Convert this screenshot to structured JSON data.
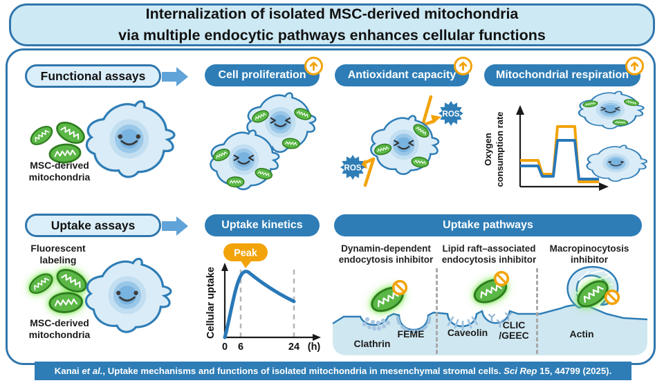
{
  "title": {
    "line1": "Internalization of isolated MSC-derived mitochondria",
    "line2": "via multiple endocytic pathways enhances cellular functions"
  },
  "functional": {
    "label": "Functional assays",
    "source": {
      "line1": "MSC-derived",
      "line2": "mitochondria"
    },
    "proliferation": {
      "title": "Cell proliferation"
    },
    "antioxidant": {
      "title": "Antioxidant capacity",
      "ros": "ROS"
    },
    "respiration": {
      "title": "Mitochondrial respiration",
      "ylabel_line1": "Oxygen",
      "ylabel_line2": "consumption rate"
    }
  },
  "uptake": {
    "label": "Uptake assays",
    "fluorescent": {
      "line1": "Fluorescent",
      "line2": "labeling"
    },
    "source": {
      "line1": "MSC-derived",
      "line2": "mitochondria"
    },
    "kinetics": {
      "title": "Uptake kinetics",
      "peak": "Peak",
      "ylabel": "Cellular uptake",
      "tick0": "0",
      "tick6": "6",
      "tick24": "24",
      "unit": "(h)"
    },
    "pathways": {
      "title": "Uptake pathways",
      "col1": {
        "line1": "Dynamin-dependent",
        "line2": "endocytosis inhibitor"
      },
      "col2": {
        "line1": "Lipid raft–associated",
        "line2": "endocytosis inhibitor"
      },
      "col3": {
        "line1": "Macropinocytosis",
        "line2": "inhibitor"
      },
      "labels": {
        "clathrin": "Clathrin",
        "feme": "FEME",
        "caveolin": "Caveolin",
        "clic": "CLIC",
        "geec": "/GEEC",
        "actin": "Actin"
      }
    }
  },
  "citation": {
    "authors": "Kanai",
    "etal": " et al.",
    "rest": ", Uptake mechanisms and functions of isolated mitochondria in mesenchymal stromal cells. ",
    "journal": "Sci Rep",
    "tail": " 15, 44799 (2025)."
  },
  "chart_data": [
    {
      "type": "line",
      "title": "Uptake kinetics",
      "xlabel": "(h)",
      "ylabel": "Cellular uptake",
      "x_ticks": [
        0,
        6,
        24
      ],
      "annotation": "Peak at ~6 h",
      "grid": "dashed vertical guides at 6 h and 24 h",
      "series": [
        {
          "name": "Cellular uptake",
          "x": [
            0,
            1,
            3,
            6,
            10,
            16,
            24
          ],
          "y": [
            0,
            25,
            75,
            100,
            88,
            70,
            55
          ]
        }
      ]
    },
    {
      "type": "line",
      "title": "Mitochondrial respiration",
      "ylabel": "Oxygen consumption rate",
      "series": [
        {
          "name": "cell with internalized MSC mitochondria",
          "color": "#f2a30a",
          "y": [
            62,
            62,
            30,
            30,
            90,
            90,
            12,
            12
          ]
        },
        {
          "name": "control cell",
          "color": "#2878b8",
          "y": [
            52,
            52,
            25,
            25,
            70,
            70,
            16,
            16
          ]
        }
      ]
    }
  ],
  "colors": {
    "accent_blue": "#2e7db6",
    "panel_light_blue": "#cde9f4",
    "border_blue": "#3076ac",
    "mito_green": "#5bb746",
    "mito_border": "#2e7e1f",
    "orange": "#f2a30a",
    "membrane_fill": "#cfe7f1",
    "line_blue": "#2878b8"
  }
}
